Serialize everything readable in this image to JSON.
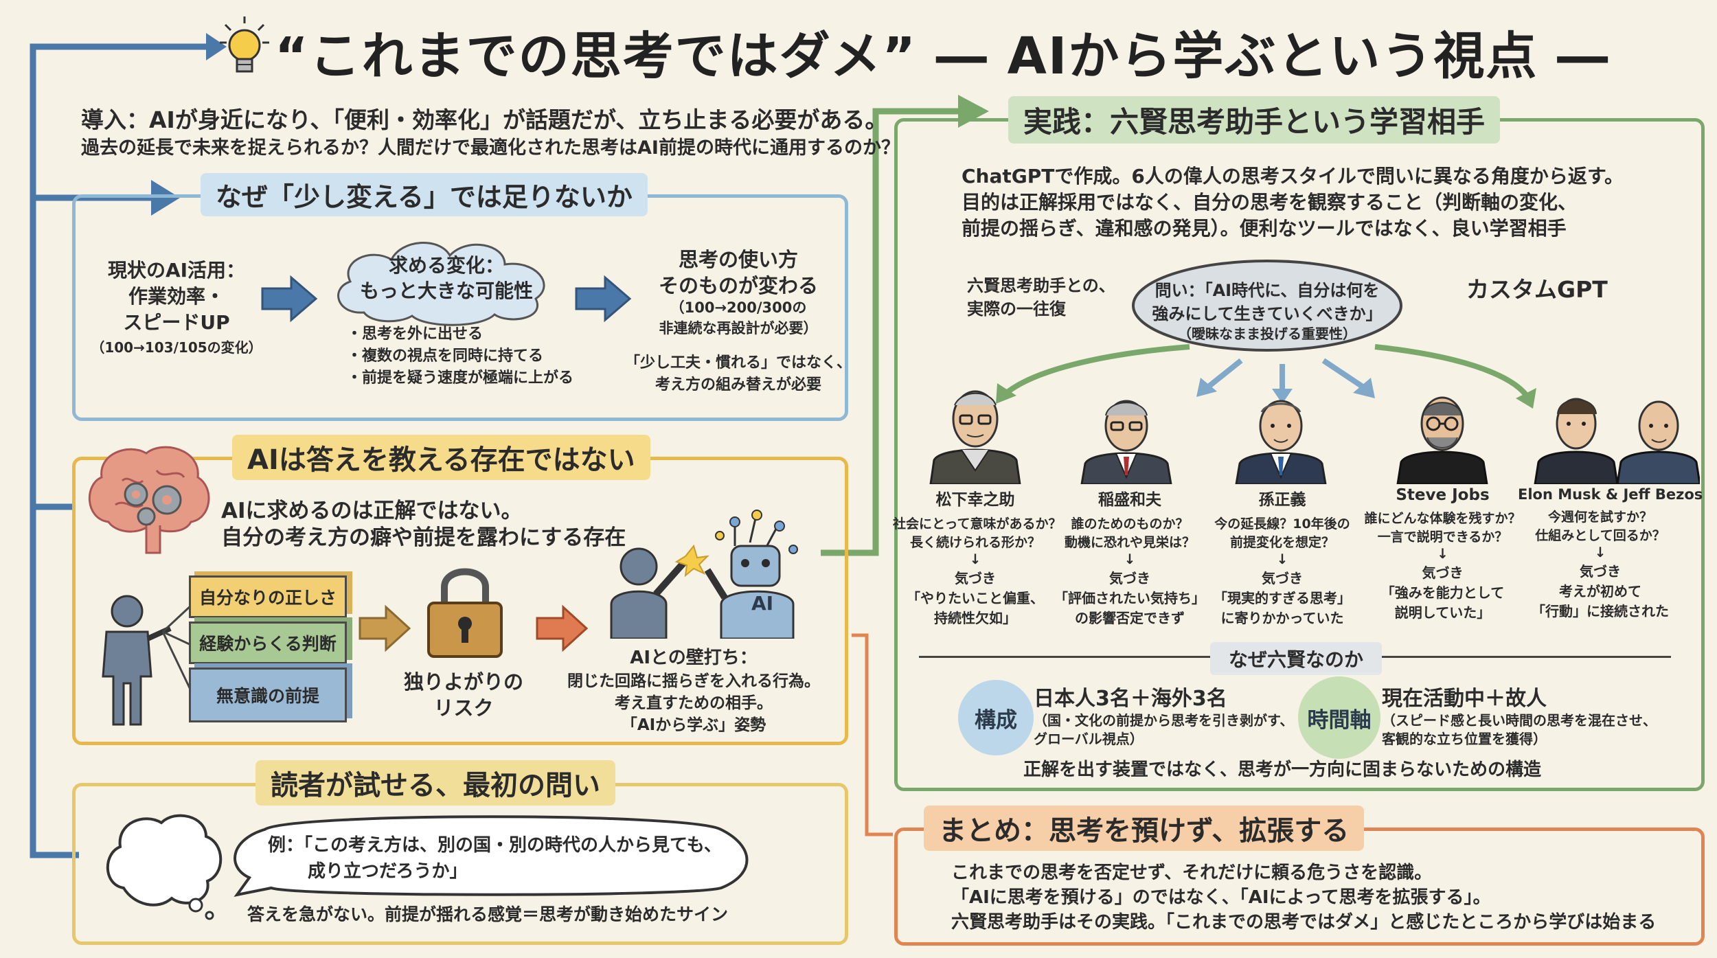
{
  "title": "“これまでの思考ではダメ” ― AIから学ぶという視点 ―",
  "intro": {
    "line1": "導入：AIが身近になり、「便利・効率化」が話題だが、立ち止まる必要がある。",
    "line2": "過去の延長で未来を捉えられるか？人間だけで最適化された思考はAI前提の時代に通用するのか？"
  },
  "why": {
    "title": "なぜ「少し変える」では足りないか",
    "current": {
      "line1": "現状のAI活用：",
      "line2": "作業効率・",
      "line3": "スピードUP",
      "line4": "（100→103/105の変化）"
    },
    "cloud": {
      "line1": "求める変化：",
      "line2": "もっと大きな可能性"
    },
    "bullets": [
      "・思考を外に出せる",
      "・複数の視点を同時に持てる",
      "・前提を疑う速度が極端に上がる"
    ],
    "usage": {
      "line1": "思考の使い方",
      "line2": "そのものが変わる",
      "line3": "（100→200/300の",
      "line4": "非連続な再設計が必要）",
      "line5": "「少し工夫・慣れる」ではなく、",
      "line6": "考え方の組み替えが必要"
    }
  },
  "ai_not": {
    "title": "AIは答えを教える存在ではない",
    "desc1": "AIに求めるのは正解ではない。",
    "desc2": "自分の考え方の癖や前提を露わにする存在",
    "blocks": [
      "自分なりの正しさ",
      "経験からくる判断",
      "無意識の前提"
    ],
    "risk": {
      "line1": "独りよがりの",
      "line2": "リスク"
    },
    "robot_label": "AI",
    "wall": {
      "line1": "AIとの壁打ち：",
      "line2": "閉じた回路に揺らぎを入れる行為。",
      "line3": "考え直すための相手。",
      "line4": "「AIから学ぶ」姿勢"
    }
  },
  "reader": {
    "title": "読者が試せる、最初の問い",
    "bubble1": "例：「この考え方は、別の国・別の時代の人から見ても、",
    "bubble2": "成り立つだろうか」",
    "caption": "答えを急がない。前提が揺れる感覚＝思考が動き始めたサイン"
  },
  "practice": {
    "title": "実践：六賢思考助手という学習相手",
    "desc1": "ChatGPTで作成。6人の偉人の思考スタイルで問いに異なる角度から返す。",
    "desc2": "目的は正解採用ではなく、自分の思考を観察すること（判断軸の変化、",
    "desc3": "前提の揺らぎ、違和感の発見）。便利なツールではなく、良い学習相手",
    "exchange1": "六賢思考助手との、",
    "exchange2": "実際の一往復",
    "question1": "問い：「AI時代に、自分は何を",
    "question2": "強みにして生きていくべきか」",
    "question3": "（曖昧なまま投げる重要性）",
    "custom": "カスタムGPT",
    "sages": [
      {
        "name": "松下幸之助",
        "q1": "社会にとって意味があるか？",
        "q2": "長く続けられる形か？",
        "arrow": "↓",
        "k1": "気づき",
        "k2": "「やりたいこと偏重、",
        "k3": "持続性欠如」"
      },
      {
        "name": "稲盛和夫",
        "q1": "誰のためのものか？",
        "q2": "動機に恐れや見栄は？",
        "arrow": "↓",
        "k1": "気づき",
        "k2": "「評価されたい気持ち」",
        "k3": "の影響否定できず"
      },
      {
        "name": "孫正義",
        "q1": "今の延長線？10年後の",
        "q2": "前提変化を想定？",
        "arrow": "↓",
        "k1": "気づき",
        "k2": "「現実的すぎる思考」",
        "k3": "に寄りかかっていた"
      },
      {
        "name": "Steve Jobs",
        "q1": "誰にどんな体験を残すか？",
        "q2": "一言で説明できるか？",
        "arrow": "↓",
        "k1": "気づき",
        "k2": "「強みを能力として",
        "k3": "説明していた」"
      },
      {
        "name": "Elon Musk & Jeff Bezos",
        "q1": "今週何を試すか？",
        "q2": "仕組みとして回るか？",
        "arrow": "↓",
        "k1": "気づき",
        "k2": "考えが初めて",
        "k3": "「行動」に接続された"
      }
    ],
    "why_six": "なぜ六賢なのか",
    "structure": {
      "badge": "構成",
      "head": "日本人3名＋海外3名",
      "sub1": "（国・文化の前提から思考を引き剥がす、",
      "sub2": "グローバル視点）"
    },
    "timeaxis": {
      "badge": "時間軸",
      "head": "現在活動中＋故人",
      "sub1": "（スピード感と長い時間の思考を混在させ、",
      "sub2": "客観的な立ち位置を獲得）"
    },
    "bottom": "正解を出す装置ではなく、思考が一方向に固まらないための構造"
  },
  "summary": {
    "title": "まとめ：思考を預けず、拡張する",
    "line1": "これまでの思考を否定せず、それだけに頼る危うさを認識。",
    "line2": "「AIに思考を預ける」のではなく、「AIによって思考を拡張する」。",
    "line3": "六賢思考助手はその実践。「これまでの思考ではダメ」と感じたところから学びは始まる"
  },
  "colors": {
    "blue_line": "#4a78a8",
    "green_line": "#7aa86a",
    "orange_line": "#e08552",
    "yellow_panel": "#e8b84a",
    "title_why_bg": "#cfe2ef",
    "title_ai_bg": "#f6dc8a",
    "title_reader_bg": "#f1df99",
    "title_practice_bg": "#cfe3c2",
    "title_summary_bg": "#f6cfa8"
  }
}
